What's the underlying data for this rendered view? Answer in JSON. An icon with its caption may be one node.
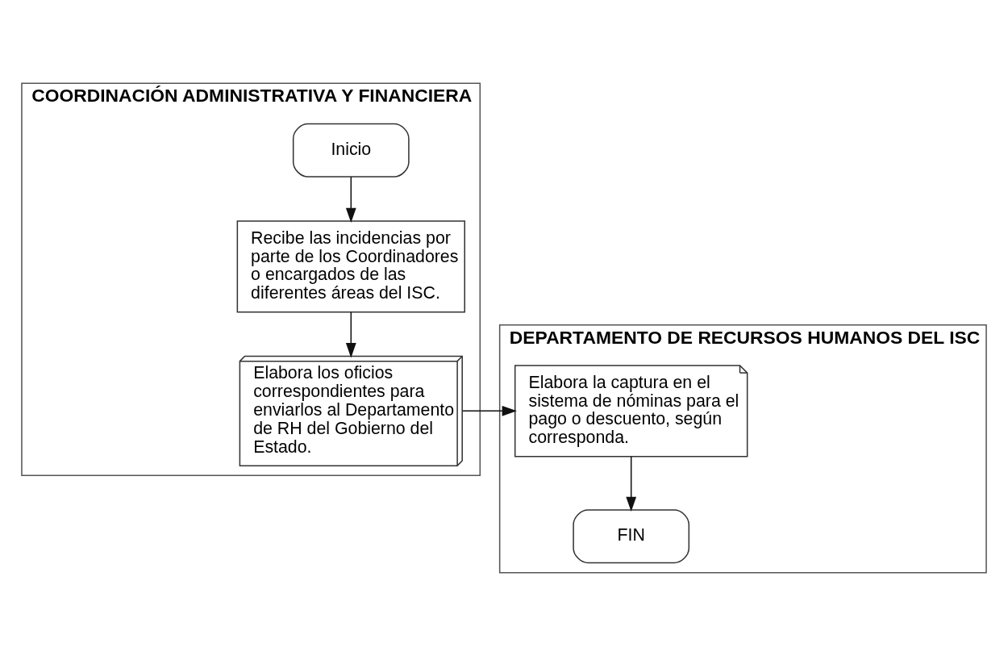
{
  "diagram": {
    "nodes": [
      {
        "text": [
          "COORDINACIÓN ADMINISTRATIVA Y FINANCIERA"
        ]
      },
      {
        "text": [
          "Inicio"
        ],
        "in": 0
      },
      {
        "text": [
          "Recibe las incidencias por parte de los Coordinadores o encargados de las diferentes áreas del ISC."
        ],
        "in": 0
      },
      {
        "text": [
          "Elabora los oficios correspondientes para enviarlos al Departamento de RH del Gobierno del Estado."
        ],
        "in": 0
      },
      {
        "text": [
          "DEPARTAMENTO DE RECURSOS HUMANOS DEL ISC"
        ]
      },
      {
        "text": [
          "Elabora la captura en el sistema de nóminas para el pago o descuento, según corresponda."
        ],
        "in": 4
      },
      {
        "text": [
          "FIN"
        ],
        "in": 4
      }
    ],
    "edges": [
      {
        "from": 1,
        "to": 2,
        "arrow": "to"
      },
      {
        "from": 2,
        "to": 3,
        "arrow": "to"
      },
      {
        "from": 3,
        "to": 5,
        "arrow": "to"
      },
      {
        "from": 5,
        "to": 6,
        "arrow": "to"
      }
    ]
  }
}
